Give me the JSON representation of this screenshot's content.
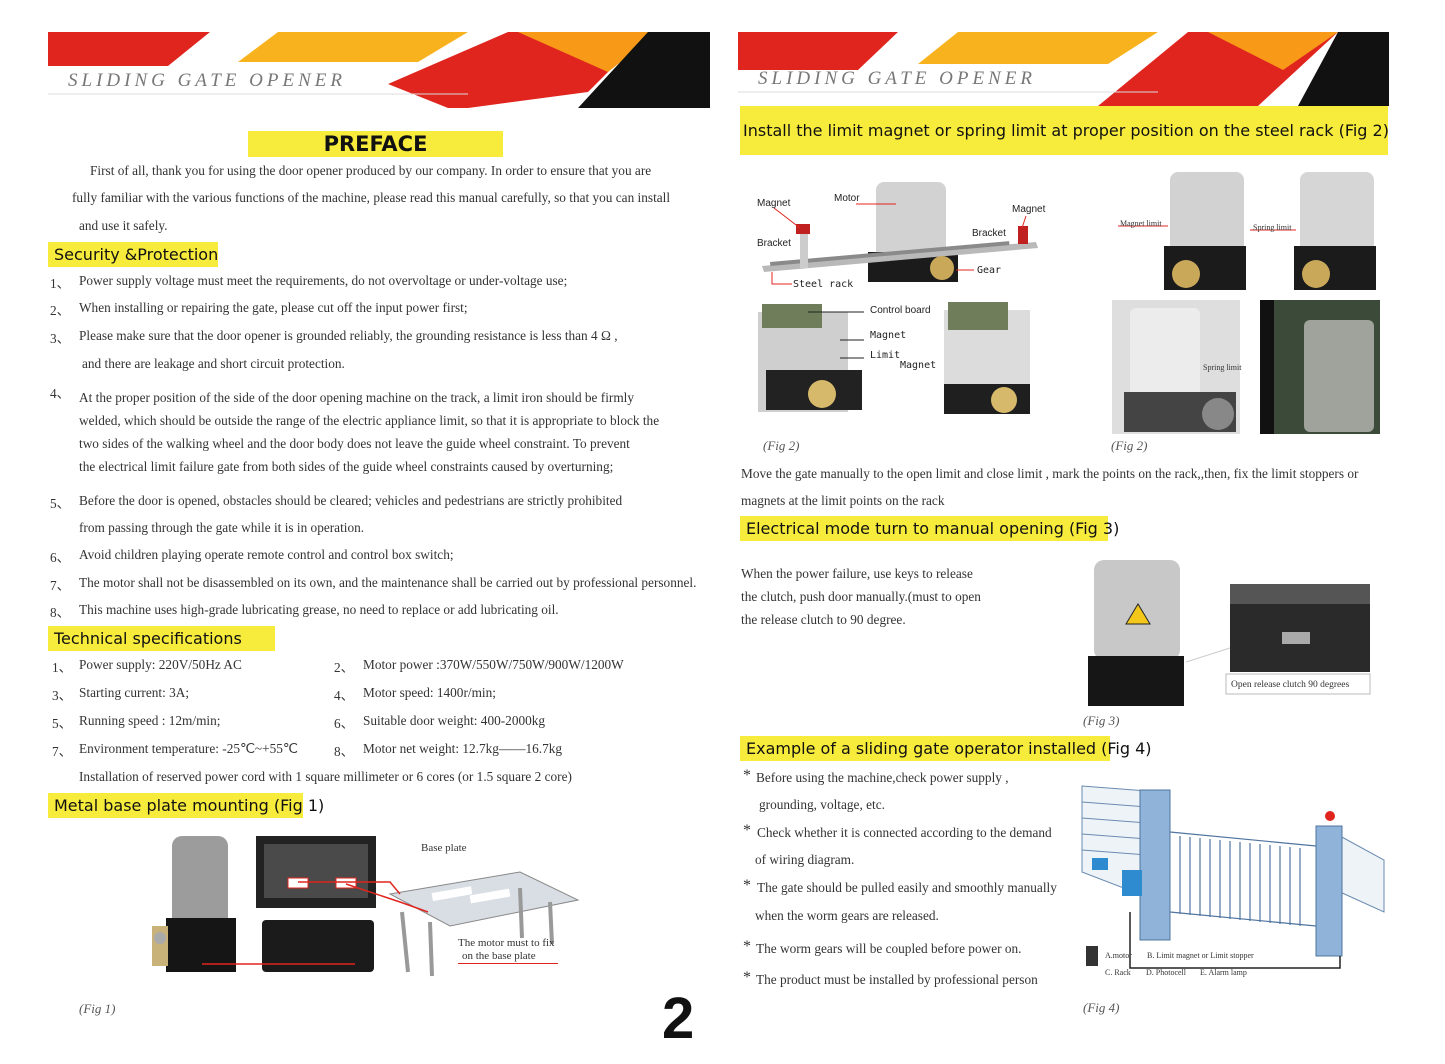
{
  "left": {
    "banner_title": "SLIDING GATE OPENER",
    "preface": {
      "heading": "PREFACE",
      "lines": [
        "First of all, thank you for using the door opener produced by our company. In order to ensure that you are",
        "fully familiar with the various functions of the machine, please read this manual carefully, so that you can install",
        "and use it safely."
      ]
    },
    "security": {
      "heading": "Security &Protection",
      "items": [
        {
          "num": "1、",
          "lines": [
            "Power supply voltage must meet the requirements, do not overvoltage or under-voltage use;"
          ]
        },
        {
          "num": "2、",
          "lines": [
            "When installing or repairing the gate, please cut off the input power first;"
          ]
        },
        {
          "num": "3、",
          "lines": [
            "Please make sure that the door opener is grounded reliably, the grounding resistance is less  than 4  Ω ,",
            "and there are leakage and short circuit protection."
          ]
        },
        {
          "num": "4、",
          "lines": [
            "At the proper position of the side of the door opening machine on the   track, a limit    iron should be    firmly",
            "welded, which should be outside the range of the electric appliance limit, so that it is appropriate to block the",
            "two sides of the walking wheel and the  door body  does not  leave the  guide wheel constraint.    To prevent",
            "the electrical limit failure gate from both sides of the guide wheel constraints caused by overturning;"
          ]
        },
        {
          "num": "5、",
          "lines": [
            "Before the door is opened, obstacles should be cleared; vehicles and pedestrians are strictly prohibited",
            "from passing through the gate while it is in operation."
          ]
        },
        {
          "num": "6、",
          "lines": [
            "Avoid children playing operate remote control and control box switch;"
          ]
        },
        {
          "num": "7、",
          "lines": [
            "The motor shall not be disassembled on its own, and the maintenance shall be carried out by professional personnel."
          ]
        },
        {
          "num": "8、",
          "lines": [
            "This machine uses high-grade lubricating grease, no need to replace or add lubricating oil."
          ]
        }
      ]
    },
    "specs": {
      "heading": "Technical specifications",
      "rows": [
        [
          {
            "num": "1、",
            "text": "Power supply:  220V/50Hz AC"
          },
          {
            "num": "2、",
            "text": "Motor power :370W/550W/750W/900W/1200W"
          }
        ],
        [
          {
            "num": "3、",
            "text": "Starting current:  3A;"
          },
          {
            "num": "4、",
            "text": "Motor speed:  1400r/min;"
          }
        ],
        [
          {
            "num": "5、",
            "text": "Running speed :  12m/min;"
          },
          {
            "num": "6、",
            "text": "Suitable door weight:  400-2000kg"
          }
        ],
        [
          {
            "num": "7、",
            "text": "Environment temperature:  -25℃~+55℃"
          },
          {
            "num": "8、",
            "text": "Motor net weight:  12.7kg——16.7kg"
          }
        ]
      ],
      "note": "Installation of reserved power cord with 1 square millimeter or 6 cores (or 1.5 square 2 core)"
    },
    "mounting": {
      "heading": "Metal base plate mounting (Fig 1)",
      "base_plate_label": "Base plate",
      "motor_note_1": "The motor must to  fix",
      "motor_note_2": "on the base plate",
      "caption": "(Fig 1)"
    },
    "page_number": "2"
  },
  "right": {
    "banner_title": "SLIDING GATE OPENER",
    "limit": {
      "heading": "Install the limit magnet or spring limit at proper position on the steel rack  (Fig  2)",
      "labels": {
        "magnet_left": "Magnet",
        "motor": "Motor",
        "magnet_right": "Magnet",
        "bracket_left": "Bracket",
        "bracket_right": "Bracket",
        "gear": "Gear",
        "steel_rack": "Steel rack",
        "control_board": "Control board",
        "magnet_cb": "Magnet",
        "limit_cb": "Limit",
        "magnet_cb2": "Magnet",
        "magnet_limit": "Magnet limit",
        "spring_limit": "Spring limit",
        "spring_limit_2": "Spring limit"
      },
      "caption_left": "(Fig 2)",
      "caption_right": "(Fig 2)",
      "text_lines": [
        "Move the gate manually to the open limit and close limit , mark the points on the rack,,then, fix the limit stoppers or",
        "magnets at the limit points on the rack"
      ]
    },
    "electrical": {
      "heading": "Electrical mode  turn to manual opening (Fig 3)",
      "lines": [
        "When the power failure,  use keys to release",
        "the clutch, push door manually.(must to open",
        "the release clutch to 90 degree."
      ],
      "clutch_label": "Open release clutch 90 degrees",
      "caption": "(Fig 3)"
    },
    "example": {
      "heading": "Example of a sliding gate operator installed (Fig 4)",
      "bullets": [
        {
          "star": "*",
          "lines": [
            "Before using the machine,check power supply ,",
            "grounding, voltage, etc."
          ]
        },
        {
          "star": "*",
          "lines": [
            "Check whether it is connected according to the demand",
            "of wiring diagram."
          ]
        },
        {
          "star": "*",
          "lines": [
            "The gate should be pulled easily and smoothly manually",
            "when the worm gears are released."
          ]
        },
        {
          "star": "*",
          "lines": [
            "The worm gears will be coupled before power on."
          ]
        },
        {
          "star": "*",
          "lines": [
            "The product must be installed by professional person"
          ]
        }
      ],
      "legend": {
        "a": "A.motor",
        "b": "B. Limit magnet or Limit stopper",
        "c": "C. Rack",
        "d": "D. Photocell",
        "e": "E. Alarm lamp"
      },
      "caption": "(Fig 4)"
    }
  },
  "colors": {
    "highlight": "#f7ec3c",
    "banner_red": "#e0251f",
    "banner_orange": "#f7a21a",
    "banner_black": "#111111"
  }
}
